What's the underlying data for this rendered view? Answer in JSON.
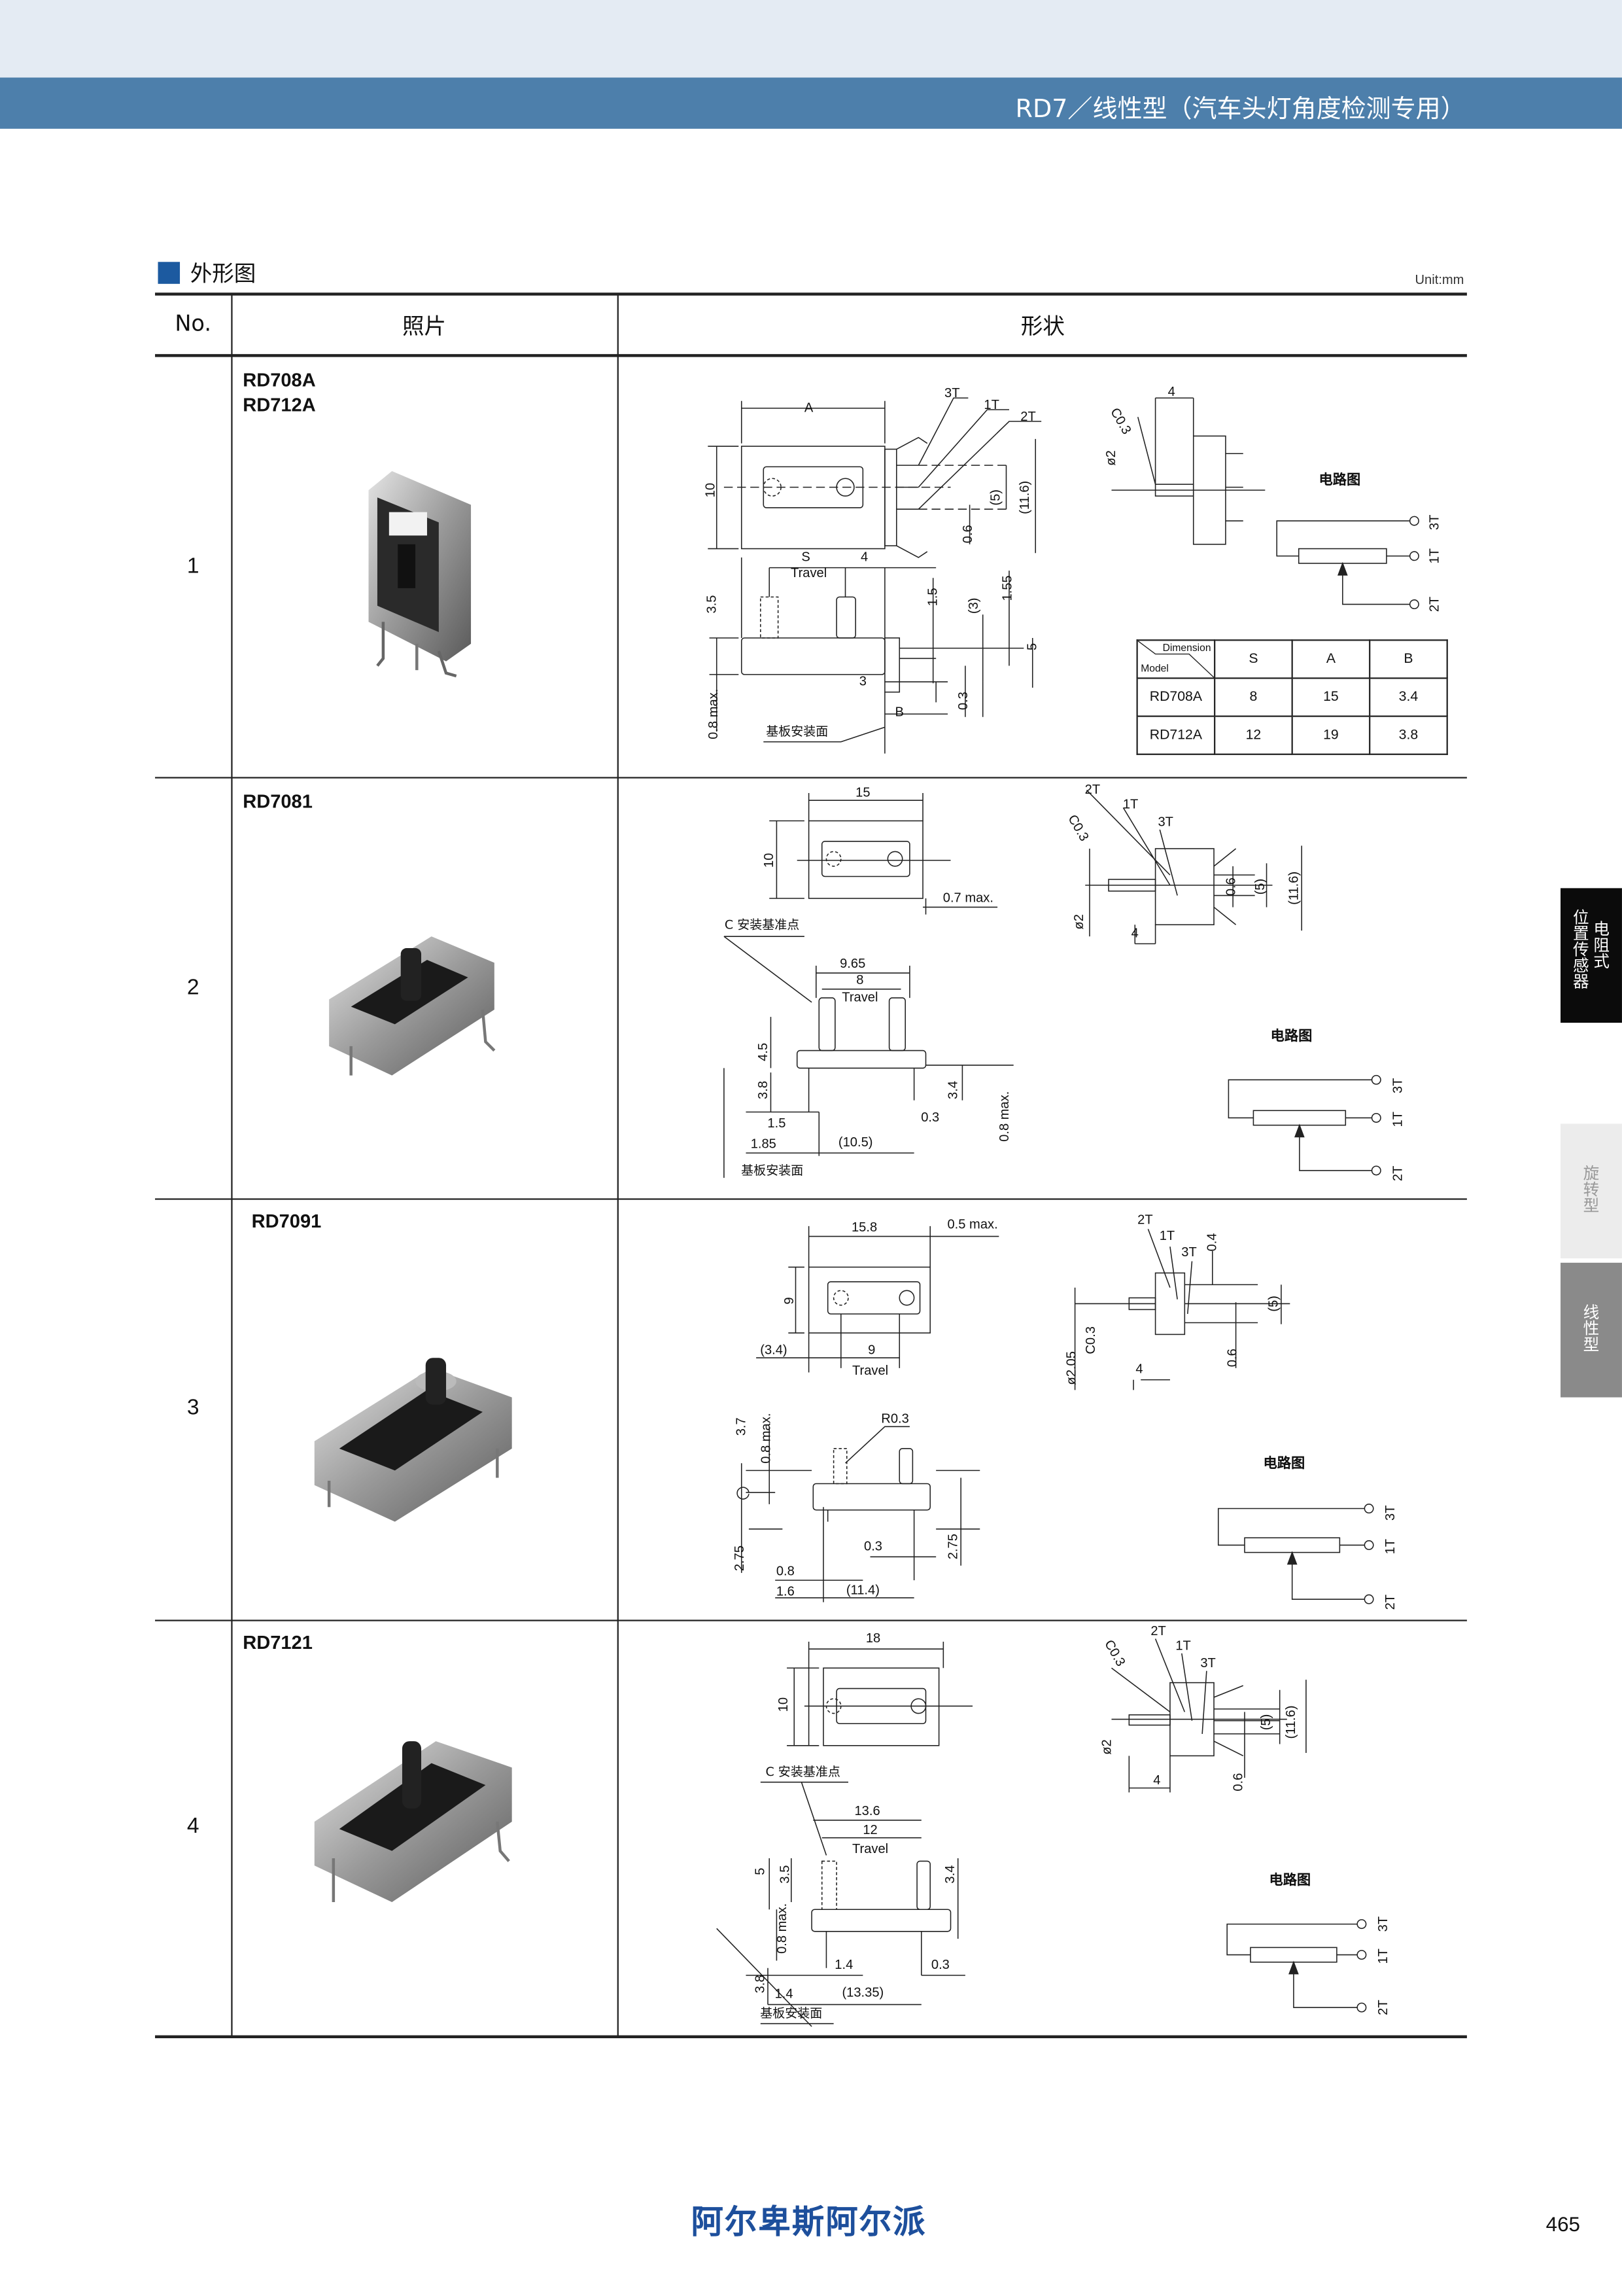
{
  "header": {
    "title": "RD7／线性型（汽车头灯角度检测专用）"
  },
  "section": {
    "title": "外形图",
    "unit": "Unit:mm"
  },
  "table": {
    "headers": [
      "No.",
      "照片",
      "形状"
    ]
  },
  "circuit": {
    "title": "电路图",
    "terminals": [
      "3T",
      "1T",
      "2T"
    ]
  },
  "rows": [
    {
      "no": "1",
      "models": [
        "RD708A",
        "RD712A"
      ],
      "dims": [
        "A",
        "10",
        "3T",
        "1T",
        "2T",
        "(5)",
        "(11.6)",
        "0.6",
        "S",
        "4",
        "Travel",
        "3.5",
        "1.5",
        "(3)",
        "1.55",
        "5",
        "3",
        "B",
        "0.3",
        "0.8 max.",
        "基板安装面",
        "C0.3",
        "4",
        "ø2"
      ],
      "dimension_table": {
        "corner_top": "Dimension",
        "corner_bottom": "Model",
        "columns": [
          "S",
          "A",
          "B"
        ],
        "rows": [
          {
            "model": "RD708A",
            "values": [
              "8",
              "15",
              "3.4"
            ]
          },
          {
            "model": "RD712A",
            "values": [
              "12",
              "19",
              "3.8"
            ]
          }
        ]
      }
    },
    {
      "no": "2",
      "models": [
        "RD7081"
      ],
      "dims": [
        "15",
        "10",
        "0.7 max.",
        "C 安装基准点",
        "9.65",
        "8",
        "Travel",
        "4.5",
        "3.8",
        "3.4",
        "0.3",
        "0.8 max.",
        "1.5",
        "1.85",
        "(10.5)",
        "基板安装面",
        "2T",
        "1T",
        "3T",
        "C0.3",
        "ø2",
        "4",
        "0.6",
        "(5)",
        "(11.6)"
      ]
    },
    {
      "no": "3",
      "models": [
        "RD7091"
      ],
      "dims": [
        "15.8",
        "0.5 max.",
        "9",
        "(3.4)",
        "9",
        "Travel",
        "R0.3",
        "3.7",
        "0.8 max.",
        "2.75",
        "0.3",
        "2.75",
        "0.8",
        "1.6",
        "(11.4)",
        "2T",
        "1T",
        "3T",
        "0.4",
        "(5)",
        "C0.3",
        "ø2.05",
        "4",
        "0.6"
      ]
    },
    {
      "no": "4",
      "models": [
        "RD7121"
      ],
      "dims": [
        "18",
        "10",
        "C 安装基准点",
        "13.6",
        "12",
        "Travel",
        "5",
        "3.5",
        "3.4",
        "0.8 max.",
        "1.4",
        "0.3",
        "3.8",
        "1.4",
        "(13.35)",
        "基板安装面",
        "C0.3",
        "2T",
        "1T",
        "3T",
        "(5)",
        "(11.6)",
        "ø2",
        "4",
        "0.6"
      ]
    }
  ],
  "side_tabs": [
    {
      "lines": [
        "电阻式",
        "位置传感器"
      ],
      "state": "active"
    },
    {
      "lines": [
        "旋转型"
      ],
      "state": "inactive"
    },
    {
      "lines": [
        "线性型"
      ],
      "state": "selected"
    }
  ],
  "footer": {
    "brand": "阿尔卑斯阿尔派",
    "page_number": "465"
  }
}
